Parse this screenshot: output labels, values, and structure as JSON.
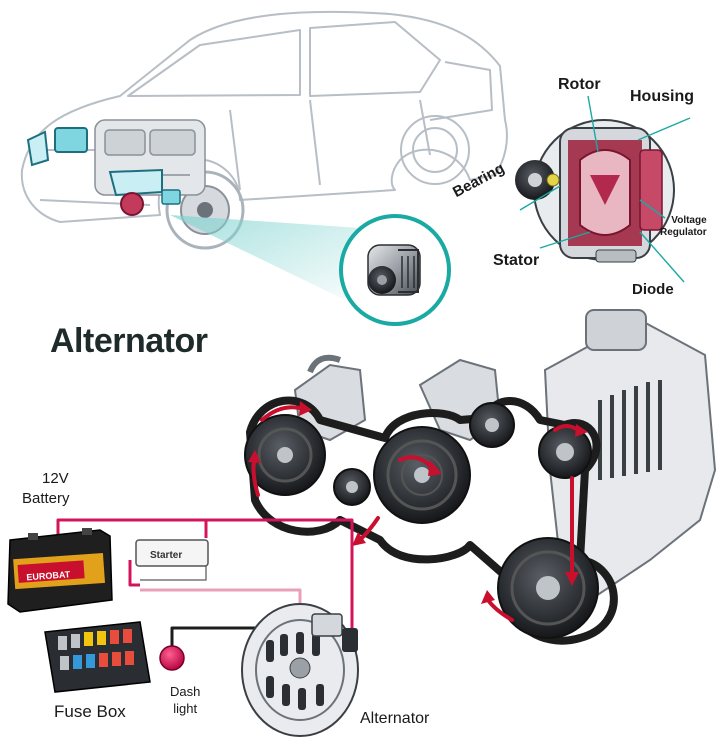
{
  "title": "Alternator",
  "parts": {
    "rotor": "Rotor",
    "housing": "Housing",
    "bearing": "Bearing",
    "voltage_regulator_1": "Voltage",
    "voltage_regulator_2": "Regulator",
    "stator": "Stator",
    "diode": "Diode"
  },
  "circuit": {
    "battery_voltage": "12V",
    "battery": "Battery",
    "battery_brand": "EUROBAT",
    "starter": "Starter",
    "fuse_box": "Fuse Box",
    "dash_light_1": "Dash",
    "dash_light_2": "light",
    "alternator": "Alternator"
  },
  "colors": {
    "accent_teal": "#1aa9a3",
    "wire_red": "#d4145a",
    "warning_red": "#c8102e",
    "belt_black": "#1d1d1d"
  }
}
